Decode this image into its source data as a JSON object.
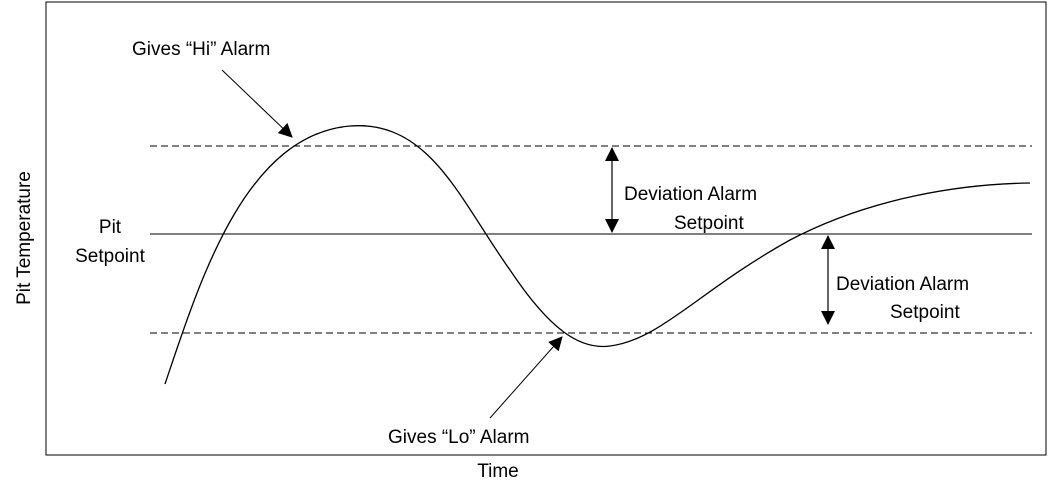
{
  "axes": {
    "x_label": "Time",
    "y_label": "Pit Temperature"
  },
  "labels": {
    "setpoint_line1": "Pit",
    "setpoint_line2": "Setpoint",
    "hi_alarm": "Gives “Hi” Alarm",
    "lo_alarm": "Gives “Lo” Alarm",
    "deviation_upper_line1": "Deviation Alarm",
    "deviation_upper_line2": "Setpoint",
    "deviation_lower_line1": "Deviation Alarm",
    "deviation_lower_line2": "Setpoint"
  },
  "colors": {
    "stroke": "#000000",
    "background": "#ffffff"
  }
}
